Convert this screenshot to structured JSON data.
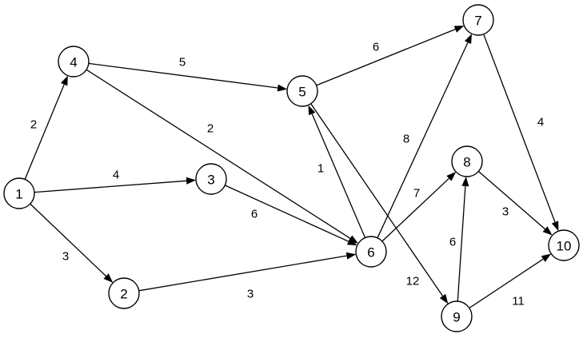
{
  "diagram": {
    "nodes": [
      {
        "id": "1",
        "label": "1"
      },
      {
        "id": "2",
        "label": "2"
      },
      {
        "id": "3",
        "label": "3"
      },
      {
        "id": "4",
        "label": "4"
      },
      {
        "id": "5",
        "label": "5"
      },
      {
        "id": "6",
        "label": "6"
      },
      {
        "id": "7",
        "label": "7"
      },
      {
        "id": "8",
        "label": "8"
      },
      {
        "id": "9",
        "label": "9"
      },
      {
        "id": "10",
        "label": "10"
      }
    ],
    "edges": [
      {
        "from": "1",
        "to": "4",
        "weight": "2"
      },
      {
        "from": "1",
        "to": "3",
        "weight": "4"
      },
      {
        "from": "1",
        "to": "2",
        "weight": "3"
      },
      {
        "from": "4",
        "to": "5",
        "weight": "5"
      },
      {
        "from": "4",
        "to": "6",
        "weight": "2"
      },
      {
        "from": "3",
        "to": "6",
        "weight": "6"
      },
      {
        "from": "2",
        "to": "6",
        "weight": "3"
      },
      {
        "from": "6",
        "to": "5",
        "weight": "1"
      },
      {
        "from": "5",
        "to": "7",
        "weight": "6"
      },
      {
        "from": "5",
        "to": "9",
        "weight": "12"
      },
      {
        "from": "6",
        "to": "7",
        "weight": "8"
      },
      {
        "from": "6",
        "to": "8",
        "weight": "7"
      },
      {
        "from": "7",
        "to": "10",
        "weight": "4"
      },
      {
        "from": "8",
        "to": "10",
        "weight": "3"
      },
      {
        "from": "9",
        "to": "8",
        "weight": "6"
      },
      {
        "from": "9",
        "to": "10",
        "weight": "11"
      }
    ]
  }
}
